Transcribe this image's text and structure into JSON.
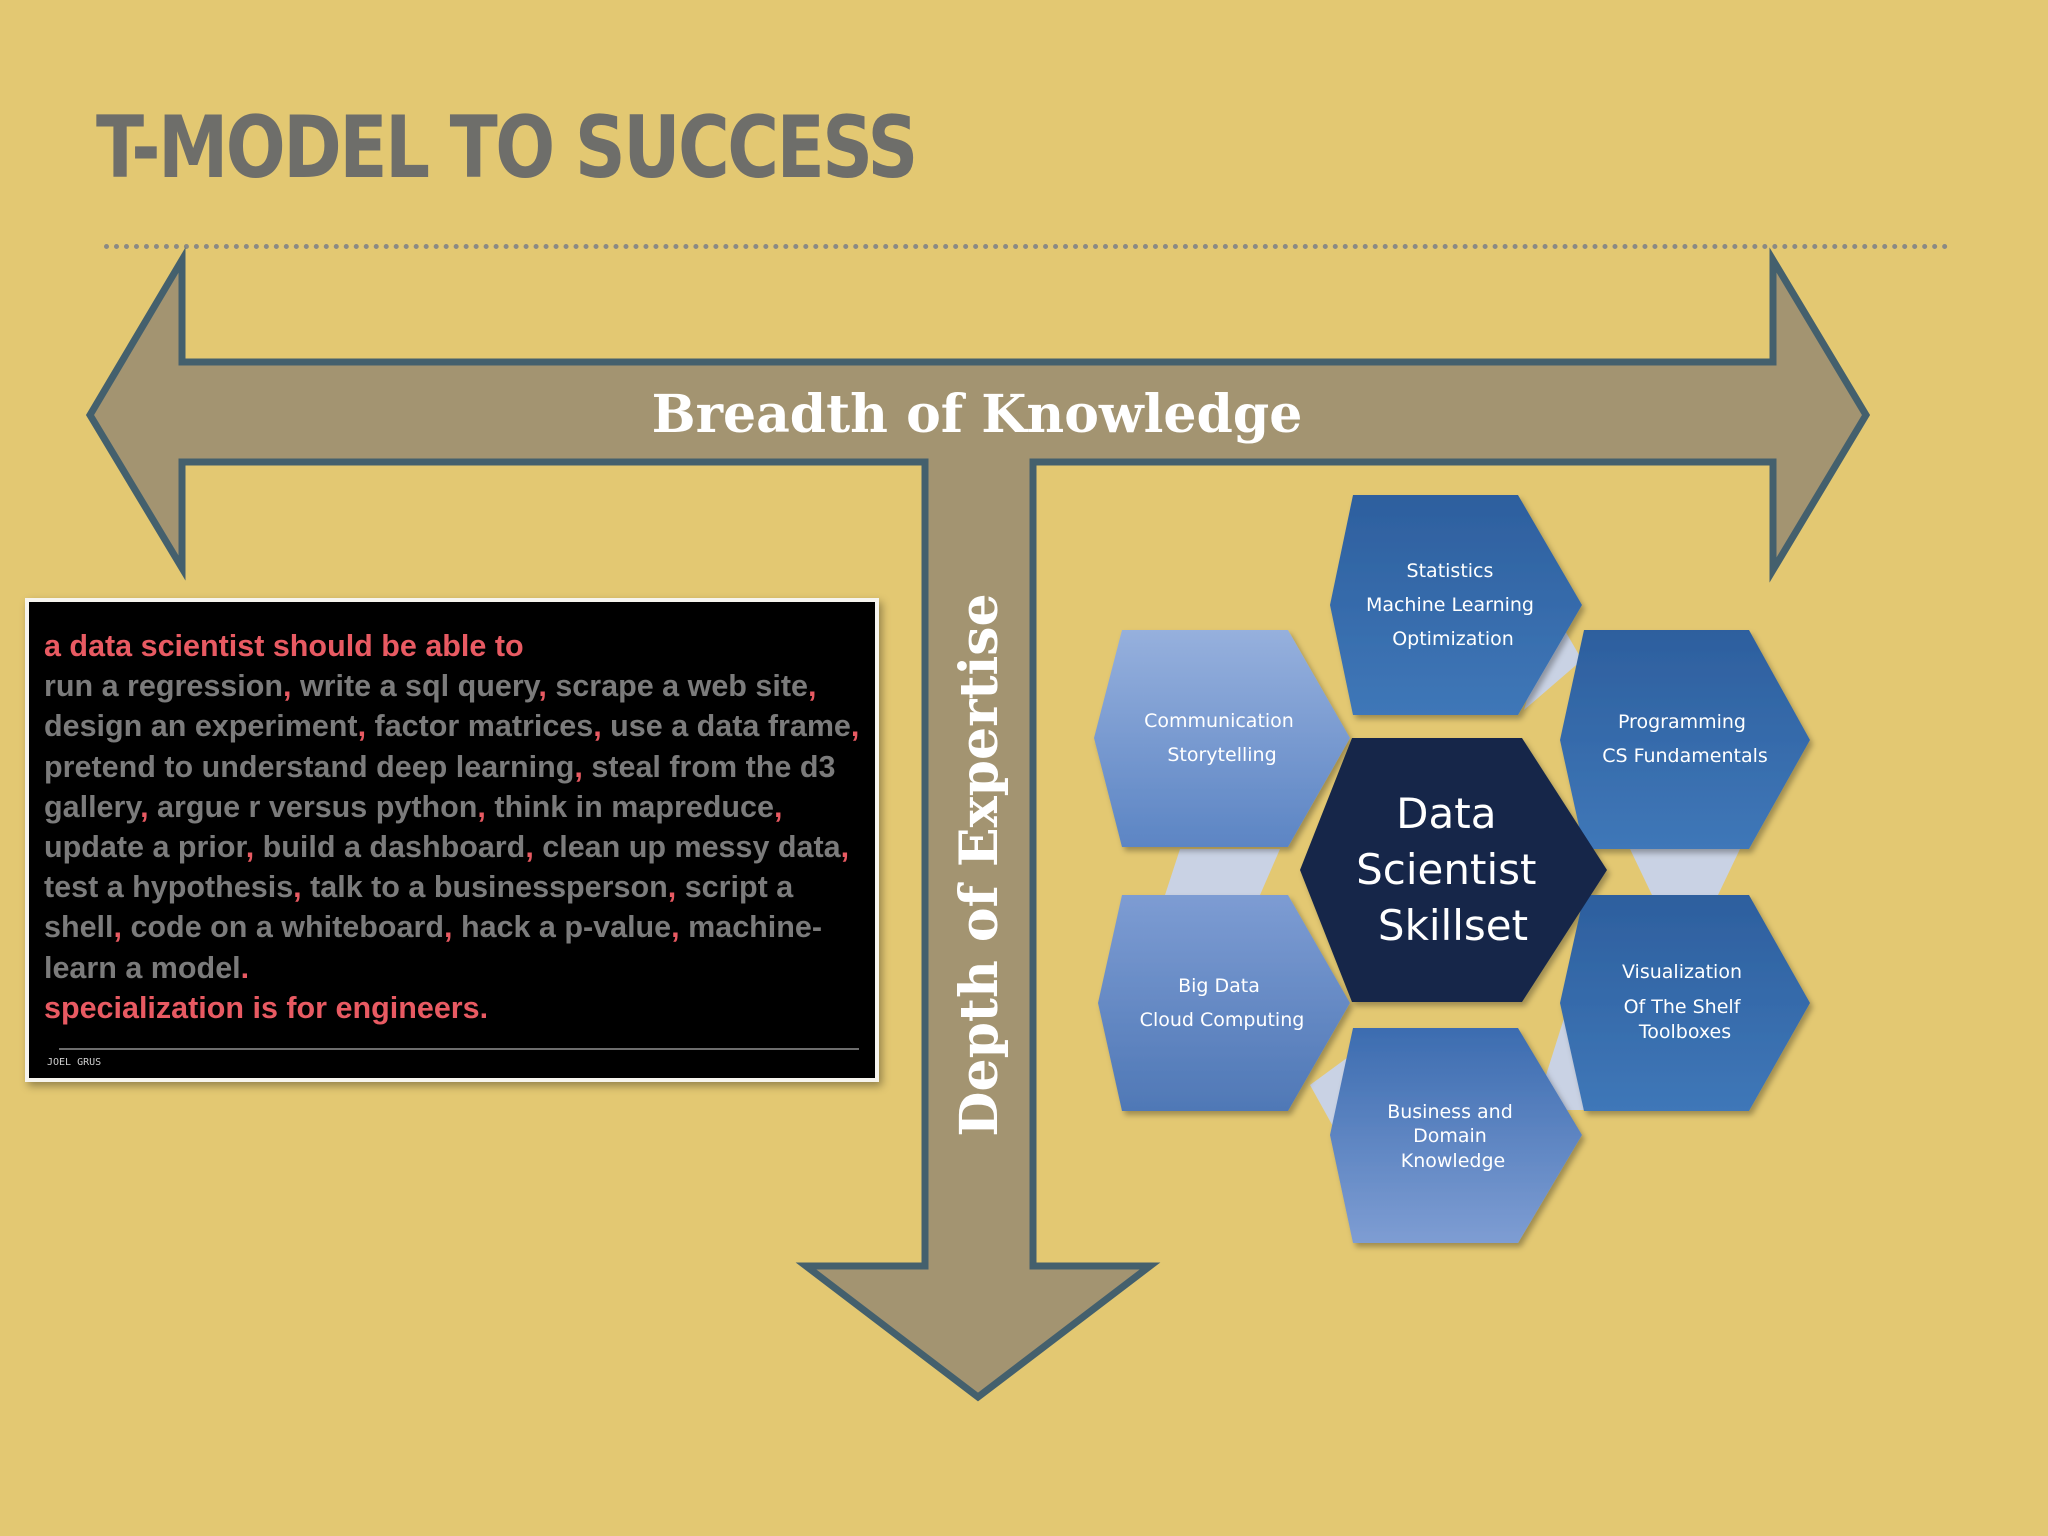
{
  "slide": {
    "title": "T-MODEL TO SUCCESS"
  },
  "t_model": {
    "horizontal_label": "Breadth of Knowledge",
    "vertical_label": "Depth of Expertise"
  },
  "quote": {
    "lead": "a data scientist should be able to",
    "skills": [
      "run a regression",
      "write a sql query",
      "scrape a web site",
      "design an experiment",
      "factor matrices",
      "use a data frame",
      "pretend to understand deep learning",
      "steal from the d3 gallery",
      "argue r versus python",
      "think in mapreduce",
      "update a prior",
      "build a dashboard",
      "clean up messy data",
      "test a hypothesis",
      "talk to a businessperson",
      "script a shell",
      "code on a whiteboard",
      "hack a p-value",
      "machine-learn a model"
    ],
    "closing": "specialization is for engineers.",
    "author": "JOEL GRUS"
  },
  "skillset": {
    "center": [
      "Data",
      "Scientist",
      "Skillset"
    ],
    "hexes": [
      {
        "key": "statistics",
        "lines": [
          "Statistics",
          "Machine Learning",
          "Optimization"
        ]
      },
      {
        "key": "programming",
        "lines": [
          "Programming",
          "CS Fundamentals"
        ]
      },
      {
        "key": "visualization",
        "lines": [
          "Visualization",
          "Of The Shelf",
          "Toolboxes"
        ]
      },
      {
        "key": "business",
        "lines": [
          "Business and",
          "Domain",
          "Knowledge"
        ]
      },
      {
        "key": "big-data",
        "lines": [
          "Big Data",
          "Cloud Computing"
        ]
      },
      {
        "key": "communication",
        "lines": [
          "Communication",
          "Storytelling"
        ]
      }
    ]
  },
  "colors": {
    "background": "#e3c872",
    "title": "#6e6e6a",
    "arrow_fill": "#a39471",
    "arrow_border": "#44606d",
    "quote_highlight": "#e85a62",
    "quote_text": "#7b7b7b",
    "hex_dark": "#2d5f9e",
    "hex_light": "#8fa8d6",
    "hex_center": "#14284a"
  }
}
